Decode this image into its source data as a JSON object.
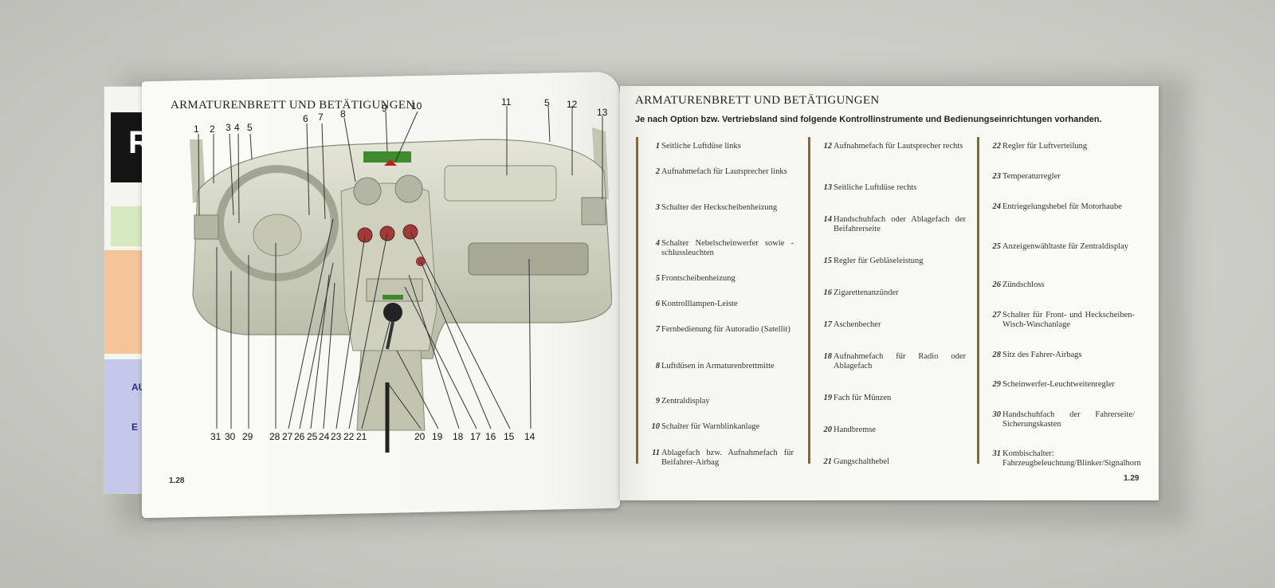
{
  "cover": {
    "letter": "R",
    "au": "AU",
    "e": "E"
  },
  "left_page": {
    "title": "ARMATURENBRETT UND BETÄTIGUNGEN",
    "page_number": "1.28",
    "callouts_top": [
      "1",
      "2",
      "3",
      "4",
      "5",
      "6",
      "7",
      "8",
      "9",
      "10",
      "11",
      "5",
      "12",
      "13"
    ],
    "callouts_bottom": [
      "31",
      "30",
      "29",
      "28",
      "27",
      "26",
      "25",
      "24",
      "23",
      "22",
      "21",
      "20",
      "19",
      "18",
      "17",
      "16",
      "15",
      "14"
    ]
  },
  "right_page": {
    "title": "ARMATURENBRETT UND BETÄTIGUNGEN",
    "subtitle": "Je nach Option bzw. Vertriebsland sind folgende Kontrollinstrumente und Bedienungseinrichtungen vorhanden.",
    "page_number": "1.29",
    "columns": [
      [
        {
          "n": "1",
          "t": "Seitliche Luftdüse links"
        },
        {
          "n": "2",
          "t": "Aufnahmefach für Lautsprecher links"
        },
        {
          "n": "3",
          "t": "Schalter der Heckscheibenheizung"
        },
        {
          "n": "4",
          "t": "Schalter Nebelscheinwerfer sowie -schlussleuchten"
        },
        {
          "n": "5",
          "t": "Frontscheibenheizung"
        },
        {
          "n": "6",
          "t": "Kontrolllampen-Leiste"
        },
        {
          "n": "7",
          "t": "Fernbedienung für Autoradio (Satellit)"
        },
        {
          "n": "8",
          "t": "Luftdüsen in Armaturenbrettmitte"
        },
        {
          "n": "9",
          "t": "Zentraldisplay"
        },
        {
          "n": "10",
          "t": "Schalter für Warnblinkanlage"
        },
        {
          "n": "11",
          "t": "Ablagefach bzw. Aufnahmefach für Beifahrer-Airbag"
        }
      ],
      [
        {
          "n": "12",
          "t": "Aufnahmefach für Lautsprecher rechts"
        },
        {
          "n": "13",
          "t": "Seitliche Luftdüse rechts"
        },
        {
          "n": "14",
          "t": "Handschuhfach oder Ablagefach der Beifahrerseite"
        },
        {
          "n": "15",
          "t": "Regler für Gebläseleistung"
        },
        {
          "n": "16",
          "t": "Zigarettenanzünder"
        },
        {
          "n": "17",
          "t": "Aschenbecher"
        },
        {
          "n": "18",
          "t": "Aufnahmefach für Radio oder Ablagefach"
        },
        {
          "n": "19",
          "t": "Fach für Münzen"
        },
        {
          "n": "20",
          "t": "Handbremse"
        },
        {
          "n": "21",
          "t": "Gangschalthebel"
        }
      ],
      [
        {
          "n": "22",
          "t": "Regler für Luftverteilung"
        },
        {
          "n": "23",
          "t": "Temperaturregler"
        },
        {
          "n": "24",
          "t": "Entriegelungshebel für Motorhaube"
        },
        {
          "n": "25",
          "t": "Anzeigenwähltaste für Zentraldisplay"
        },
        {
          "n": "26",
          "t": "Zündschloss"
        },
        {
          "n": "27",
          "t": "Schalter für Front- und Heckscheiben-Wisch-Waschanlage"
        },
        {
          "n": "28",
          "t": "Sitz des Fahrer-Airbags"
        },
        {
          "n": "29",
          "t": "Scheinwerfer-Leuchtweitenregler"
        },
        {
          "n": "30",
          "t": "Handschuhfach der Fahrerseite/ Sicherungskasten"
        },
        {
          "n": "31",
          "t": "Kombischalter: Fahrzeugbeleuchtung/Blinker/Signalhorn"
        }
      ]
    ]
  },
  "colors": {
    "dashboard": "#c9cbb7",
    "accent_bar": "#7a6a4a",
    "paper": "#f8f8f3"
  }
}
